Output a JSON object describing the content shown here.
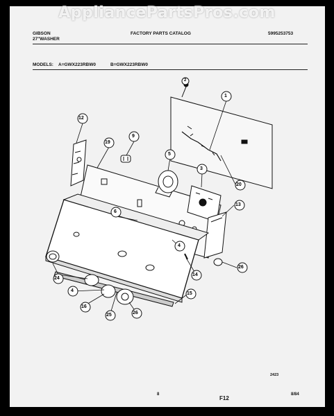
{
  "watermark": "AppliancePartsPros.com",
  "header": {
    "brand": "GIBSON",
    "product": "27\"WASHER",
    "catalog": "FACTORY PARTS CATALOG",
    "doc_number": "5995253753",
    "models_label": "MODELS:",
    "model_a": "A=GWX223RBW0",
    "model_b": "B=GWX223RBW0"
  },
  "callouts": [
    "1",
    "2",
    "3",
    "4",
    "4",
    "5",
    "6",
    "9",
    "12",
    "13",
    "14",
    "15",
    "16",
    "19",
    "20",
    "24",
    "25",
    "26",
    "26"
  ],
  "footer": {
    "drawing_no": "2423",
    "page_no": "8",
    "section": "F12",
    "date": "8/84"
  }
}
